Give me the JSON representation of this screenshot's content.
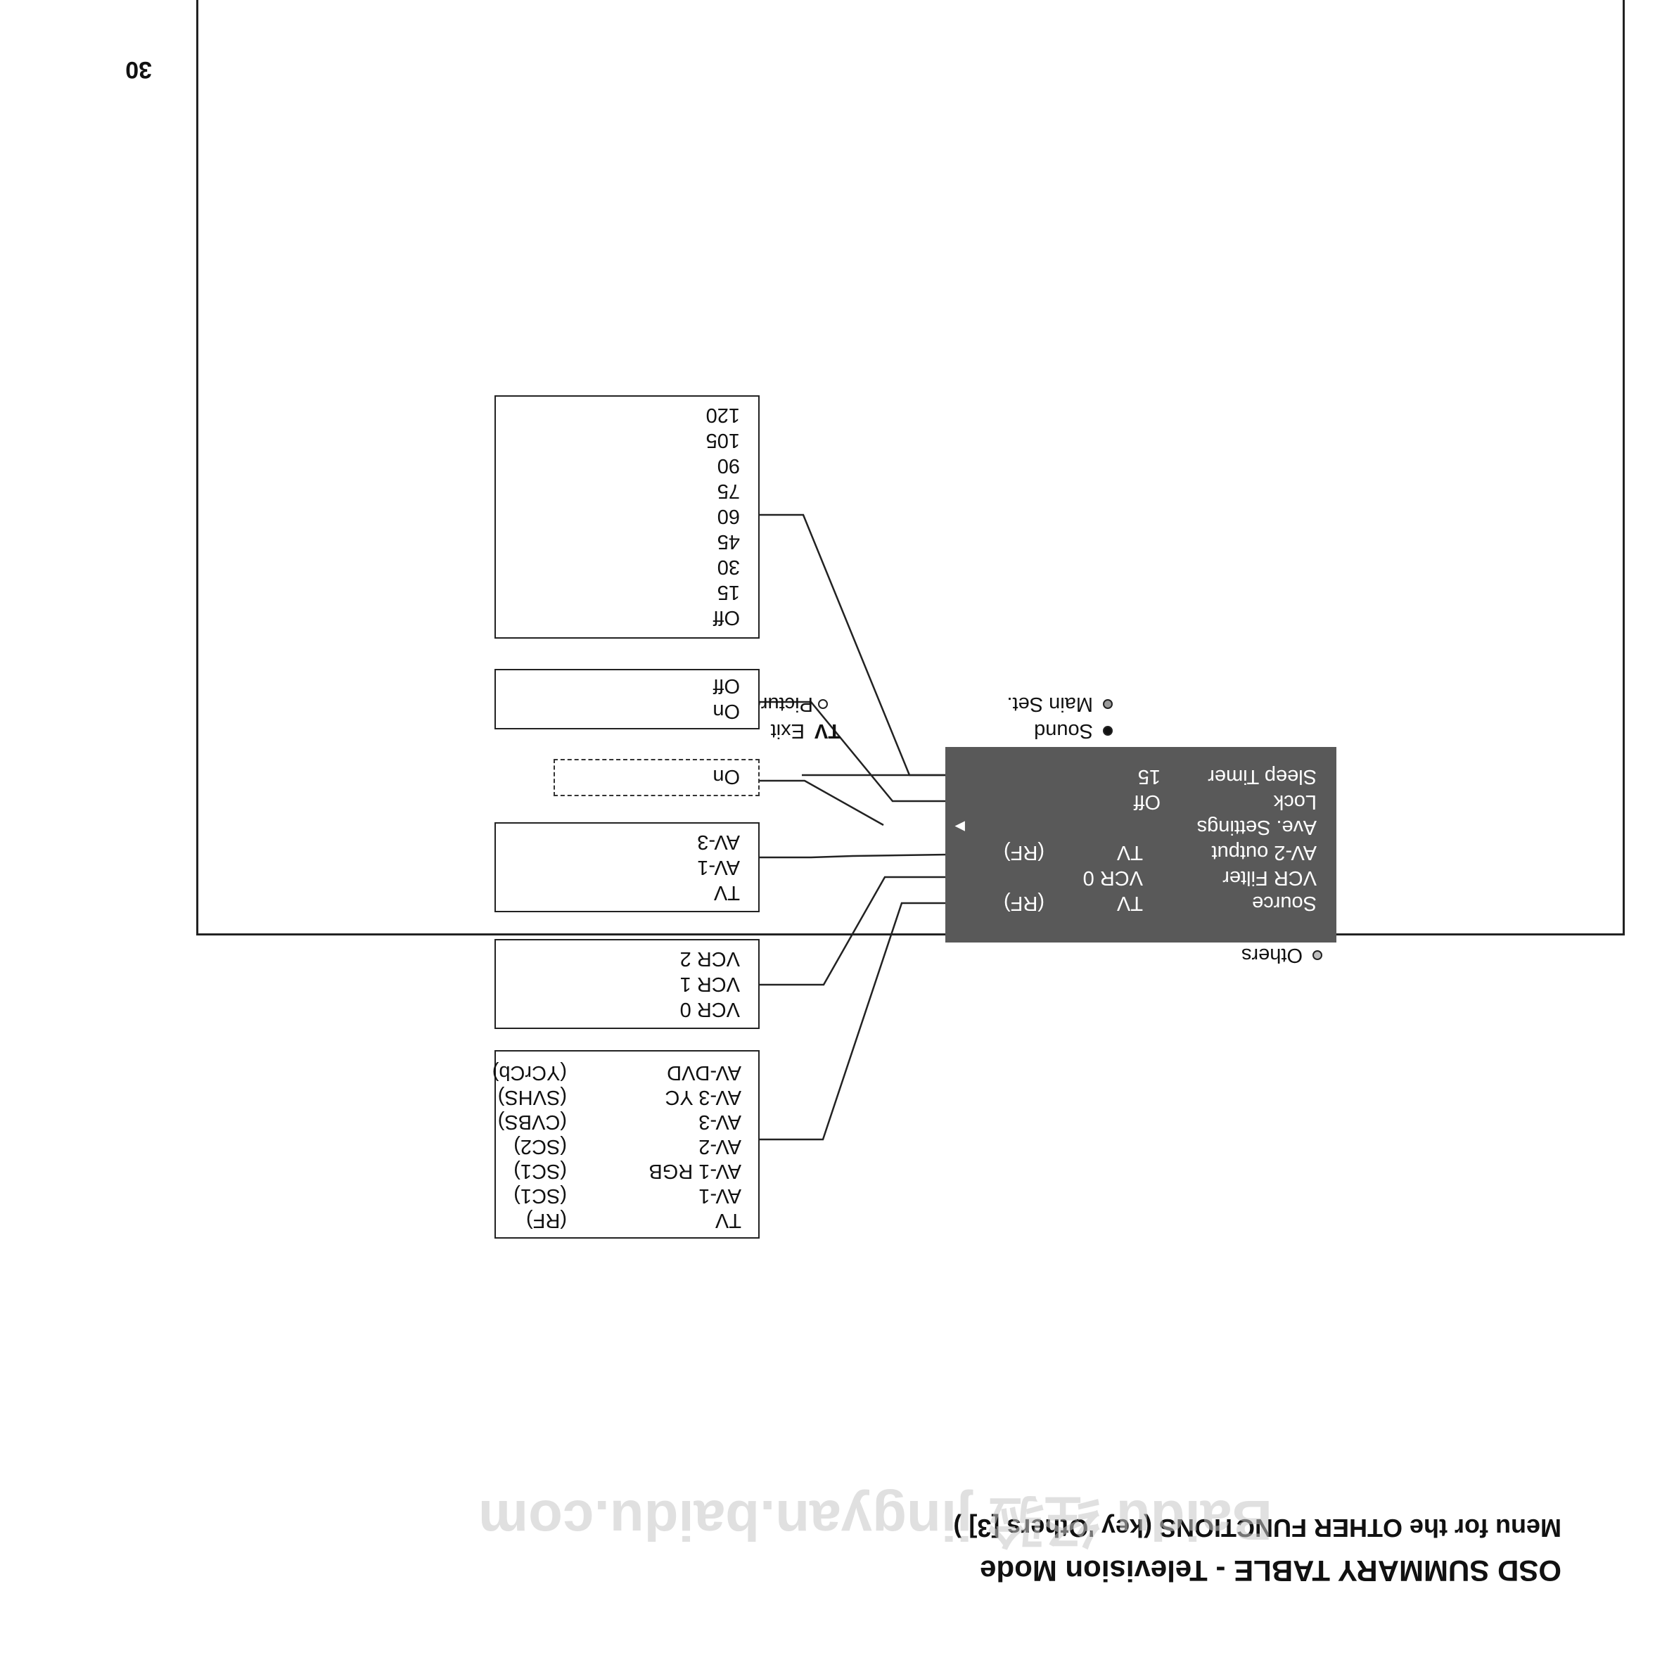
{
  "page_number": "30",
  "heading": {
    "title": "OSD SUMMARY TABLE - Television Mode",
    "subtitle": "Menu for the OTHER FUNCTIONS (key 'Others [3] )"
  },
  "osd_menu": {
    "top_items": [
      {
        "label": "Picture",
        "dot": "empty"
      },
      {
        "label": "Main Set.",
        "dot": "grey"
      },
      {
        "label": "Exit",
        "dot": "none",
        "prefix": "TV"
      },
      {
        "label": "Sound",
        "dot": "filled"
      }
    ],
    "rows": [
      {
        "label": "Sleep Timer",
        "value": "15",
        "extra": ""
      },
      {
        "label": "Lock",
        "value": "Off",
        "extra": ""
      },
      {
        "label": "Ave. Settings",
        "value": "",
        "extra": "▸"
      },
      {
        "label": "AV-2 output",
        "value": "TV",
        "extra": "(RF)"
      },
      {
        "label": "VCR Filter",
        "value": "VCR 0",
        "extra": ""
      },
      {
        "label": "Source",
        "value": "TV",
        "extra": "(RF)"
      }
    ],
    "footer_item": "Others"
  },
  "option_boxes": {
    "sleep_timer": [
      "Off",
      "15",
      "30",
      "45",
      "60",
      "75",
      "90",
      "105",
      "120"
    ],
    "lock": [
      "On",
      "Off"
    ],
    "ave_settings": [
      "On"
    ],
    "av2_output": [
      "TV",
      "AV-1",
      "AV-3"
    ],
    "vcr_filter": [
      "VCR 0",
      "VCR 1",
      "VCR 2"
    ],
    "source": [
      {
        "name": "TV",
        "tag": "(RF)"
      },
      {
        "name": "AV-1",
        "tag": "(SC1)"
      },
      {
        "name": "AV-1 RGB",
        "tag": "(SC1)"
      },
      {
        "name": "AV-2",
        "tag": "(SC2)"
      },
      {
        "name": "AV-3",
        "tag": "(CVBS)"
      },
      {
        "name": "AV-3 YC",
        "tag": "(SVHS)"
      },
      {
        "name": "AV-DVD",
        "tag": "(YCrCb)"
      }
    ]
  },
  "watermark": "Baidu 经验 jingyan.baidu.com",
  "colors": {
    "panel": "#595959",
    "line": "#222222",
    "text": "#111111",
    "watermark": "#c8c8c8"
  }
}
